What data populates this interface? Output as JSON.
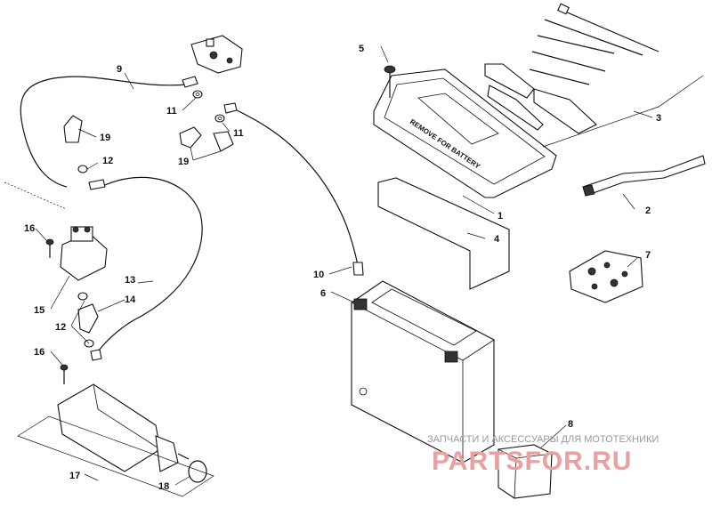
{
  "labels": {
    "l1": "1",
    "l2": "2",
    "l3": "3",
    "l4": "4",
    "l5": "5",
    "l6": "6",
    "l7": "7",
    "l8": "8",
    "l9": "9",
    "l10": "10",
    "l11a": "11",
    "l11b": "11",
    "l12a": "12",
    "l12b": "12",
    "l13": "13",
    "l14": "14",
    "l15": "15",
    "l16a": "16",
    "l16b": "16",
    "l17": "17",
    "l18": "18",
    "l19a": "19",
    "l19b": "19"
  },
  "tray_stamp": "REMOVE FOR BATTERY",
  "watermark": {
    "line1": "ЗАПЧАСТИ И АКСЕССУАРЫ ДЛЯ МОТОТЕХНИКИ",
    "line2": "PARTSFOR.RU"
  }
}
